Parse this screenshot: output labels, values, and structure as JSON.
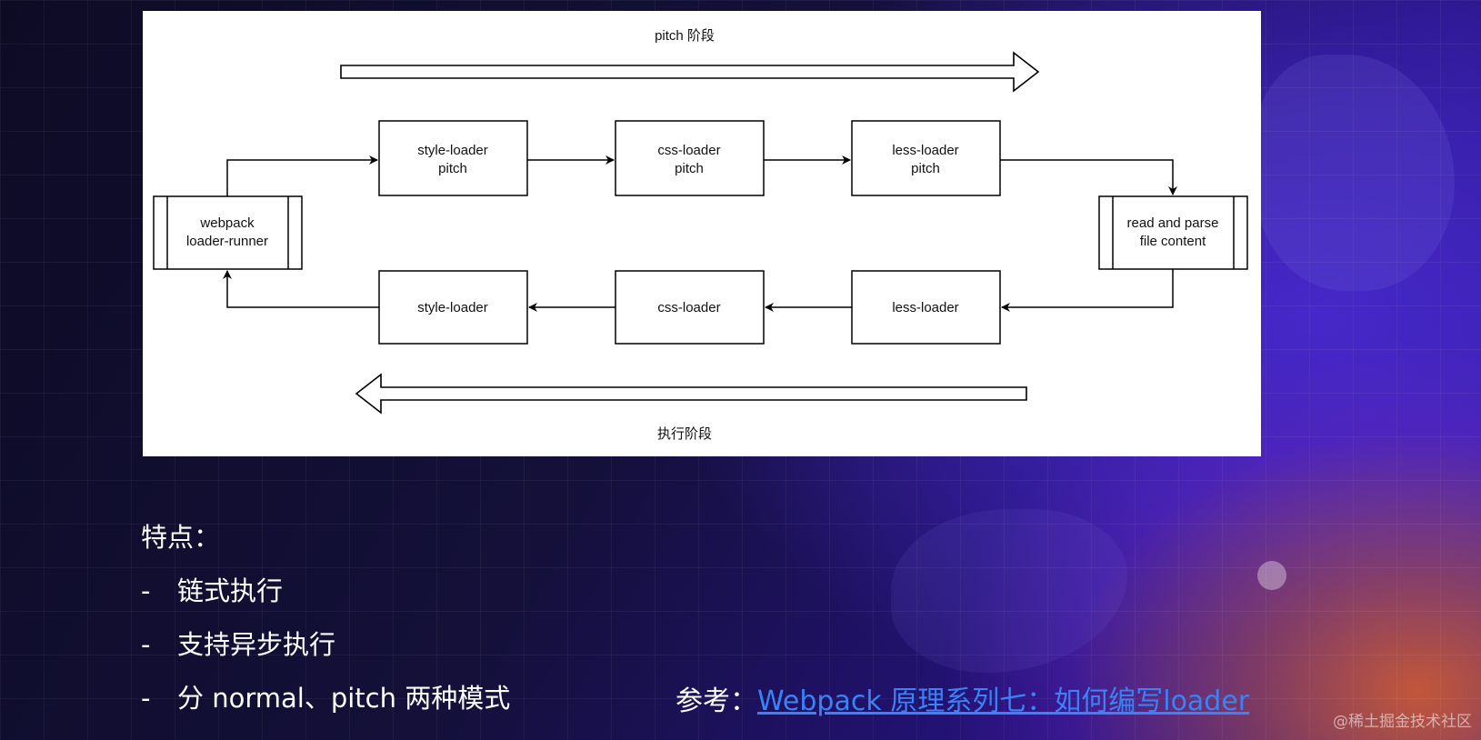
{
  "diagram": {
    "pitch_phase_label": "pitch 阶段",
    "exec_phase_label": "执行阶段",
    "nodes": {
      "runner": [
        "webpack",
        "loader-runner"
      ],
      "style_pitch": [
        "style-loader",
        "pitch"
      ],
      "css_pitch": [
        "css-loader",
        "pitch"
      ],
      "less_pitch": [
        "less-loader",
        "pitch"
      ],
      "read_parse": [
        "read and parse",
        "file content"
      ],
      "style_loader": "style-loader",
      "css_loader": "css-loader",
      "less_loader": "less-loader"
    }
  },
  "features": {
    "heading": "特点：",
    "items": [
      "链式执行",
      "支持异步执行",
      "分 normal、pitch 两种模式"
    ],
    "bullet": "-"
  },
  "reference": {
    "prefix": "参考：",
    "link_text": "Webpack 原理系列七：如何编写loader"
  },
  "watermark": "@稀土掘金技术社区"
}
